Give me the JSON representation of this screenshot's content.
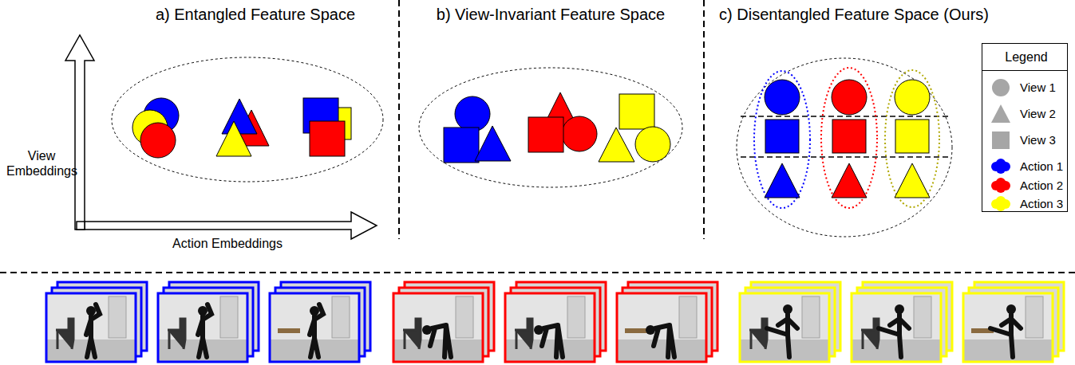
{
  "diagram": {
    "labels": [
      "a) Entangled Feature Space",
      "View Embeddings",
      "Action Embeddings",
      "b) View-Invariant Feature Space",
      "c) Disentangled Feature Space (Ours)",
      "Legend"
    ],
    "legend": [
      {
        "text": "View 1"
      },
      {
        "text": "View 2"
      },
      {
        "text": "View 3"
      },
      {
        "text": "Action 1",
        "color": "#0000ff"
      },
      {
        "text": "Action 2",
        "color": "#ff0000"
      },
      {
        "text": "Action 3",
        "color": "#ffff00"
      }
    ]
  }
}
